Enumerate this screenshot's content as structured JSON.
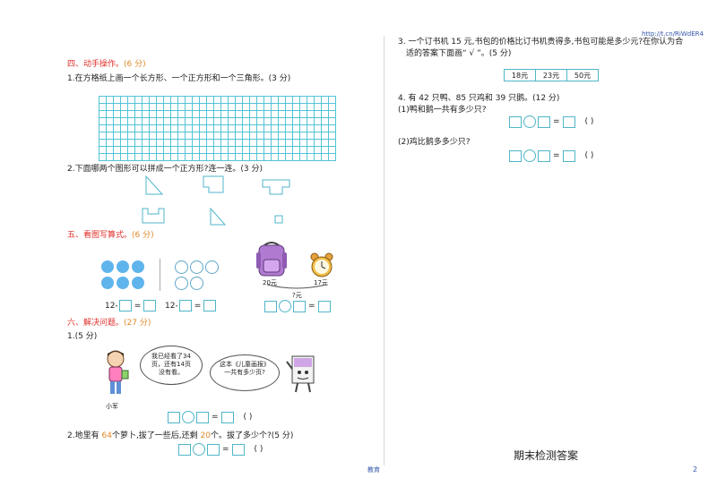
{
  "header_link": "http://t.cn/RiWdER4",
  "left": {
    "section4": {
      "title": "四、动手操作。",
      "score": "(6 分)",
      "q1": {
        "num": "1.",
        "text": "在方格纸上画一个长方形、一个正方形和一个三角形。",
        "score": "(3 分)"
      },
      "q2": {
        "num": "2.",
        "text": "下面哪两个图形可以拼成一个正方形?连一连。",
        "score": "(3 分)"
      }
    },
    "section5": {
      "title": "五、看图写算式。",
      "score": "(6 分)",
      "eq1_prefix": "12-",
      "eq2_prefix": "12-",
      "eq_sign": "=",
      "bag_price": "20元",
      "clock_price": "17元",
      "question_price": "?元"
    },
    "section6": {
      "title": "六、解决问题。",
      "score": "(27 分)",
      "q1": {
        "num": "1.",
        "score": "(5 分)"
      },
      "bubble1": "我已经看了34页，还有14页没有看。",
      "bubble2": "这本《儿童画报》一共有多少页?",
      "name": "小军",
      "answer_paren": "(      )",
      "q2": {
        "num": "2.",
        "text": "地里有",
        "n1": "64",
        "mid1": "个萝卜,拔了一些后,还剩",
        "n2": "20",
        "mid2": "个。拔了多少个?",
        "score": "(5 分)"
      }
    }
  },
  "right": {
    "q3": {
      "line1": "3. 一个订书机 15 元,书包的价格比订书机贵得多,书包可能是多少元?在你认为合",
      "line2": "适的答案下面画“ √ ”。",
      "score": "(5 分)",
      "options": [
        "18元",
        "23元",
        "50元"
      ]
    },
    "q4": {
      "text": "4. 有 42 只鸭、85 只鸡和 39 只鹅。",
      "score": "(12 分)",
      "sub1": "(1)鸭和鹅一共有多少只?",
      "sub2": "(2)鸡比鹅多多少只?",
      "paren": "(      )"
    },
    "answer_title": "期末检测答案"
  },
  "footer": {
    "center": "教育",
    "page": "2"
  }
}
